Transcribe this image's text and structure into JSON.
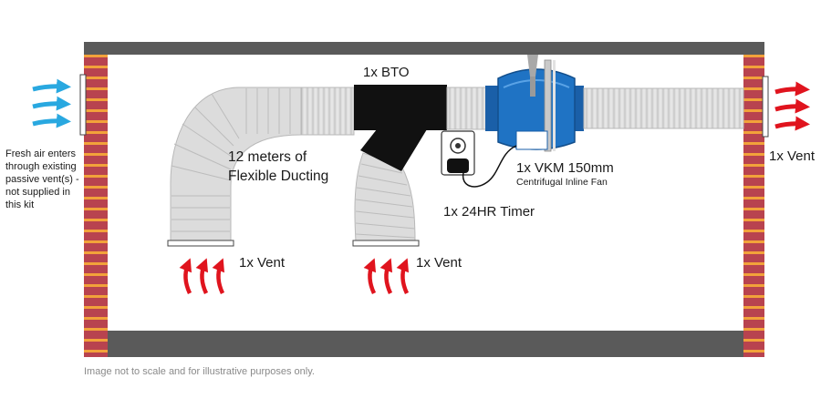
{
  "labels": {
    "bto": "1x BTO",
    "ducting": "12 meters of Flexible Ducting",
    "fan_model": "1x VKM 150mm",
    "fan_desc": "Centrifugal Inline Fan",
    "timer": "1x 24HR Timer",
    "vent_right": "1x Vent",
    "vent_left": "1x Vent",
    "vent_middle": "1x Vent",
    "fresh_air": "Fresh air enters through existing passive vent(s) - not supplied in this kit"
  },
  "footer": {
    "disclaimer": "Image not to scale and for illustrative purposes only."
  },
  "colors": {
    "wall_frame": "#5a5a5a",
    "brick": "#b8434f",
    "mortar": "#f2a23a",
    "duct": "#dcdcdc",
    "bto": "#111111",
    "fan": "#1f73c4",
    "inlet_arrow": "#29a8e0",
    "exhaust_arrow": "#e0141e"
  }
}
